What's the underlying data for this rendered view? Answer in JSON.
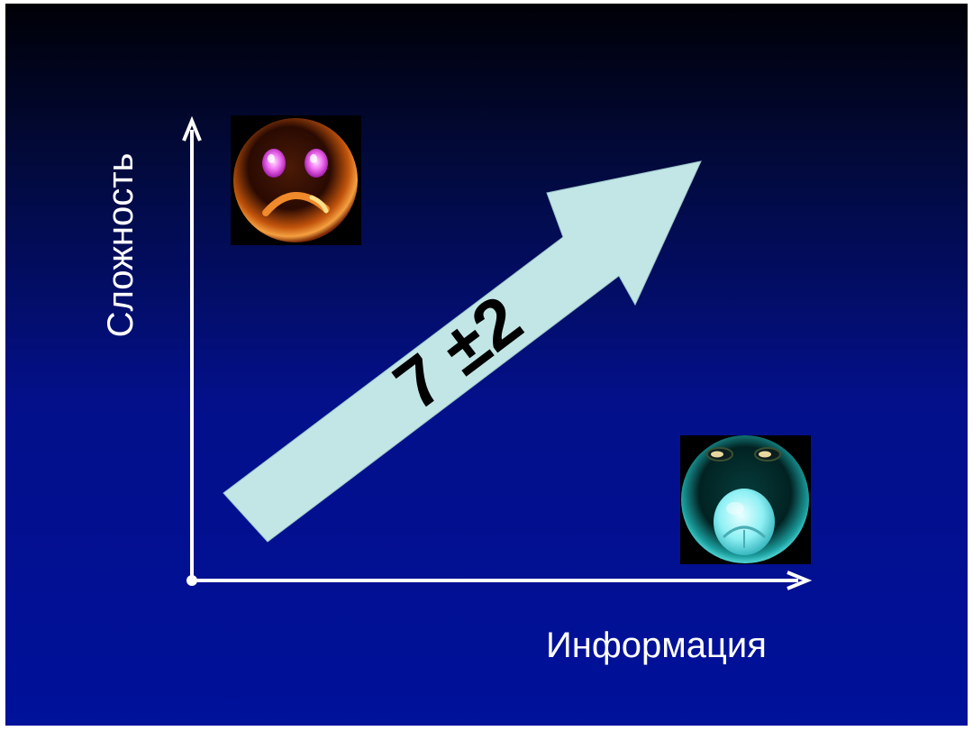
{
  "diagram": {
    "y_axis_label": "Сложность",
    "x_axis_label": "Информация",
    "arrow_text": "7 ±2",
    "arrow_color": "#c2e6e6",
    "axis_color": "#ffffff",
    "background_top": "#000006",
    "background_bottom": "#00119a",
    "icons": [
      {
        "name": "sad-face-icon",
        "color": "#f07a1c"
      },
      {
        "name": "surprised-face-icon",
        "color": "#38c8c8"
      }
    ]
  }
}
